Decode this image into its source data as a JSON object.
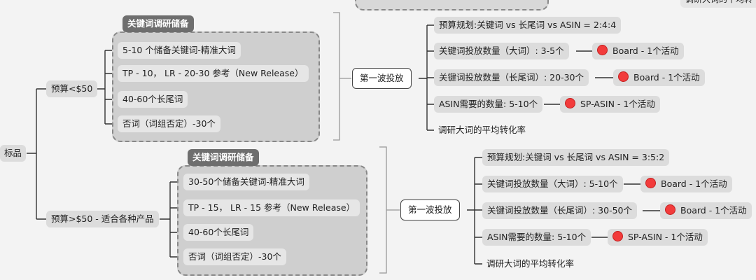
{
  "root": {
    "label": "标品"
  },
  "top_fragment": {
    "label": "调研大词的平均转"
  },
  "branch_low": {
    "label": "预算<$50",
    "group_title": "关键词调研储备",
    "group_items": [
      "5-10 个储备关键词-精准大词",
      "TP - 10， LR - 20-30 参考（New Release）",
      "40-60个长尾词",
      "否词（词组否定）-30个"
    ],
    "wave": "第一波投放",
    "wave_items": [
      {
        "label": "预算规划:关键词 vs 长尾词 vs ASIN = 2:4:4"
      },
      {
        "label": "关键词投放数量（大词）: 3-5个",
        "tag": "Board - 1个活动"
      },
      {
        "label": "关键词投放数量（长尾词）: 20-30个",
        "tag": "Board - 1个活动"
      },
      {
        "label": "ASIN需要的数量: 5-10个",
        "tag": "SP-ASIN - 1个活动"
      },
      {
        "label": "调研大词的平均转化率"
      }
    ]
  },
  "branch_high": {
    "label": "预算>$50 - 适合各种产品",
    "group_title": "关键词调研储备",
    "group_items": [
      "30-50个储备关键词-精准大词",
      "TP - 15， LR - 15 参考（New Release）",
      "40-60个长尾词",
      "否词（词组否定）-30个"
    ],
    "wave": "第一波投放",
    "wave_items": [
      {
        "label": "预算规划:关键词 vs 长尾词 vs ASIN = 3:5:2"
      },
      {
        "label": "关键词投放数量（大词）: 5-10个",
        "tag": "Board - 1个活动"
      },
      {
        "label": "关键词投放数量（长尾词）: 30-50个",
        "tag": "Board - 1个活动"
      },
      {
        "label": "ASIN需要的数量: 5-10个",
        "tag": "SP-ASIN - 1个活动"
      },
      {
        "label": "调研大词的平均转化率"
      }
    ]
  },
  "colors": {
    "tag_dot": "#f23b3b",
    "group_title_bg": "#6e6e6e",
    "node_bg": "#dcdcdc"
  }
}
